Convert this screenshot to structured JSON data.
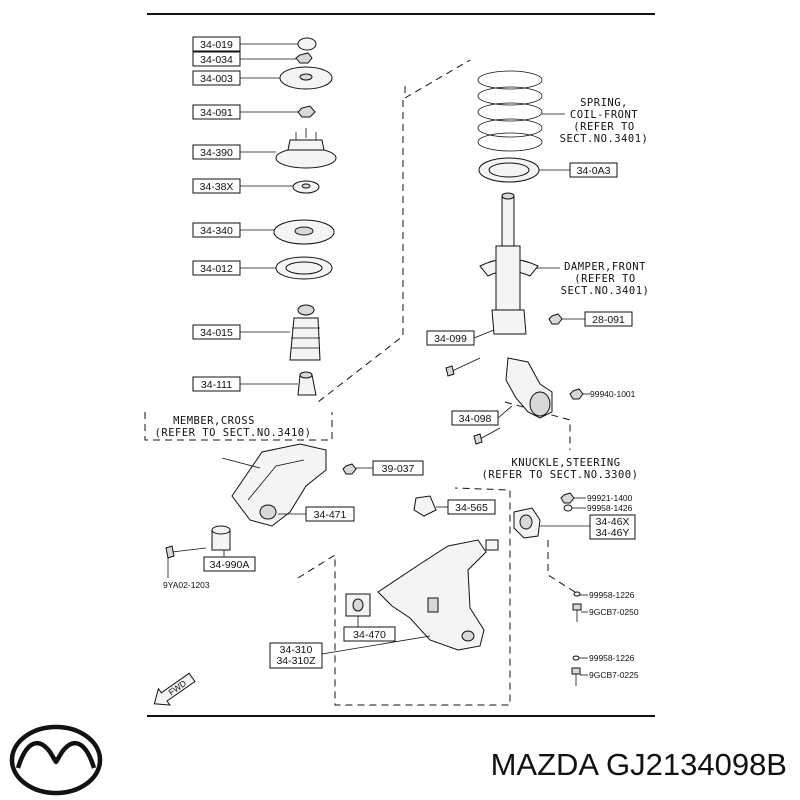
{
  "labels": {
    "p34_019": "34-019",
    "p34_034": "34-034",
    "p34_003": "34-003",
    "p34_091": "34-091",
    "p34_390": "34-390",
    "p34_38x": "34-38X",
    "p34_340": "34-340",
    "p34_012": "34-012",
    "p34_015": "34-015",
    "p34_111": "34-111",
    "p34_0a3": "34-0A3",
    "p28_091": "28-091",
    "p34_099": "34-099",
    "p99940": "99940-1001",
    "p34_098": "34-098",
    "p39_037": "39-037",
    "p34_471": "34-471",
    "p34_565": "34-565",
    "p99921": "99921-1400",
    "p99958_1426": "99958-1426",
    "p34_46x": "34-46X",
    "p34_46y": "34-46Y",
    "p34_990a": "34-990A",
    "p9ya02": "9YA02-1203",
    "p99958_1226a": "99958-1226",
    "p9gcb7_0250": "9GCB7-0250",
    "p34_470": "34-470",
    "p34_310": "34-310",
    "p34_310z": "34-310Z",
    "p99958_1226b": "99958-1226",
    "p9gcb7_0225": "9GCB7-0225"
  },
  "notes": {
    "spring": [
      "SPRING,",
      "COIL-FRONT",
      "(REFER TO",
      "SECT.NO.3401)"
    ],
    "damper": [
      "DAMPER,FRONT",
      "(REFER TO",
      "SECT.NO.3401)"
    ],
    "member": [
      "MEMBER,CROSS",
      "(REFER TO SECT.NO.3410)"
    ],
    "knuckle": [
      "KNUCKLE,STEERING",
      "(REFER TO SECT.NO.3300)"
    ]
  },
  "fwd_label": "FWD",
  "logo_icon": "mazda-logo-icon",
  "part_title": "MAZDA GJ2134098B"
}
